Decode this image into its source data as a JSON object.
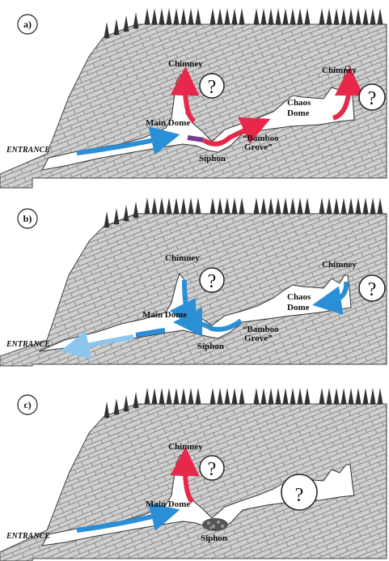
{
  "panels": [
    {
      "id": "a",
      "label": "a)",
      "entrance": "ENTRANCE",
      "chimney_left": "Chimney",
      "chimney_right": "Chimney",
      "main_dome": "Main Dome",
      "siphon": "Siphon",
      "chaos_dome": [
        "Chaos",
        "Dome"
      ],
      "bamboo_grove": [
        "“Bamboo",
        "Grove”"
      ],
      "question": "?"
    },
    {
      "id": "b",
      "label": "b)",
      "entrance": "ENTRANCE",
      "chimney_left": "Chimney",
      "chimney_right": "Chimney",
      "main_dome": "Main Dome",
      "siphon": "Siphon",
      "chaos_dome": [
        "Chaos",
        "Dome"
      ],
      "bamboo_grove": [
        "“Bamboo",
        "Grove”"
      ],
      "question": "?"
    },
    {
      "id": "c",
      "label": "c)",
      "entrance": "ENTRANCE",
      "chimney_left": "Chimney",
      "main_dome": "Main Dome",
      "siphon": "Siphon",
      "question": "?"
    }
  ],
  "colors": {
    "rock": "#cfcfcf",
    "rock_lines": "#8a8a8a",
    "blue_flow": "#2a8fd6",
    "light_blue_flow": "#8cc6ee",
    "red_flow": "#e8284a",
    "purple_flow": "#7a3c8e",
    "tree": "#333333"
  }
}
